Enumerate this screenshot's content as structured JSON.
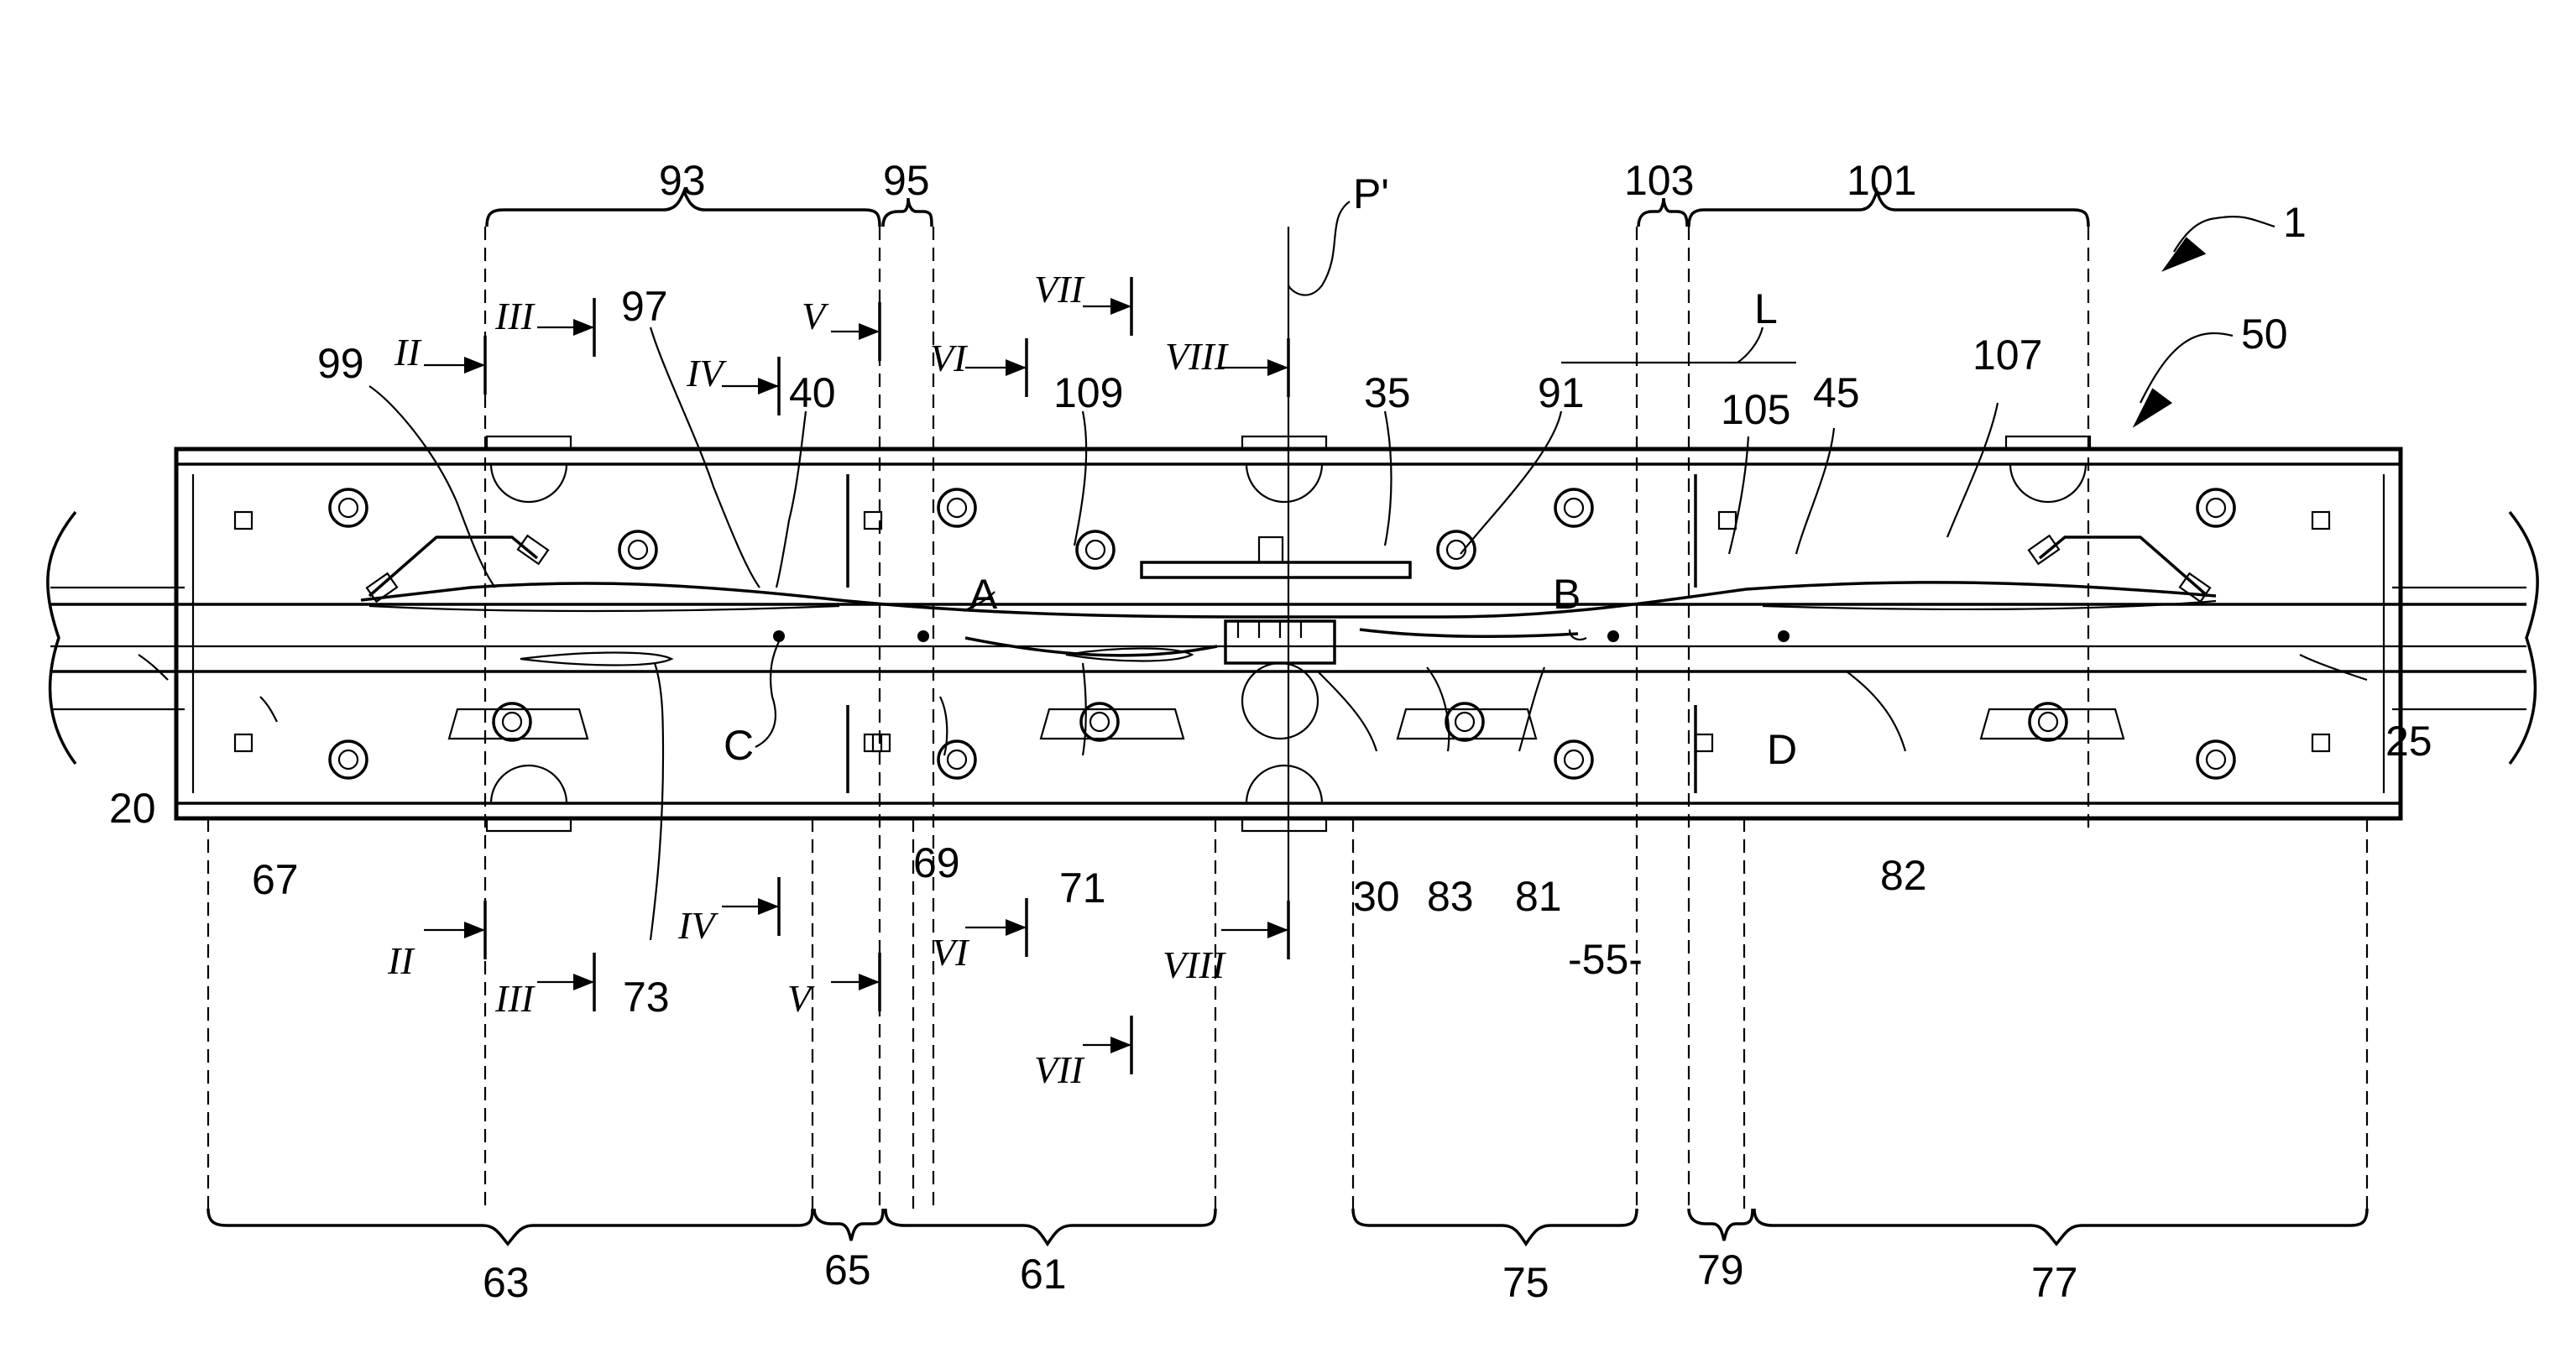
{
  "reference_numerals": {
    "r1": "1",
    "r50": "50",
    "r93": "93",
    "r95": "95",
    "r103": "103",
    "r101": "101",
    "pprime": "P'",
    "L": "L",
    "r99": "99",
    "r97": "97",
    "r40": "40",
    "r109": "109",
    "r35": "35",
    "r91": "91",
    "r105": "105",
    "r45": "45",
    "r107": "107",
    "A": "A",
    "B": "B",
    "C": "C",
    "D": "D",
    "r20": "20",
    "r25": "25",
    "r67": "67",
    "r69": "69",
    "r71": "71",
    "r30": "30",
    "r83": "83",
    "r81": "81",
    "r82": "82",
    "r73": "73",
    "r55": "-55-",
    "r63": "63",
    "r65": "65",
    "r61": "61",
    "r75": "75",
    "r79": "79",
    "r77": "77"
  },
  "section_marks": {
    "II": "II",
    "III": "III",
    "IV": "IV",
    "V": "V",
    "VI": "VI",
    "VII": "VII",
    "VIII": "VIII"
  }
}
